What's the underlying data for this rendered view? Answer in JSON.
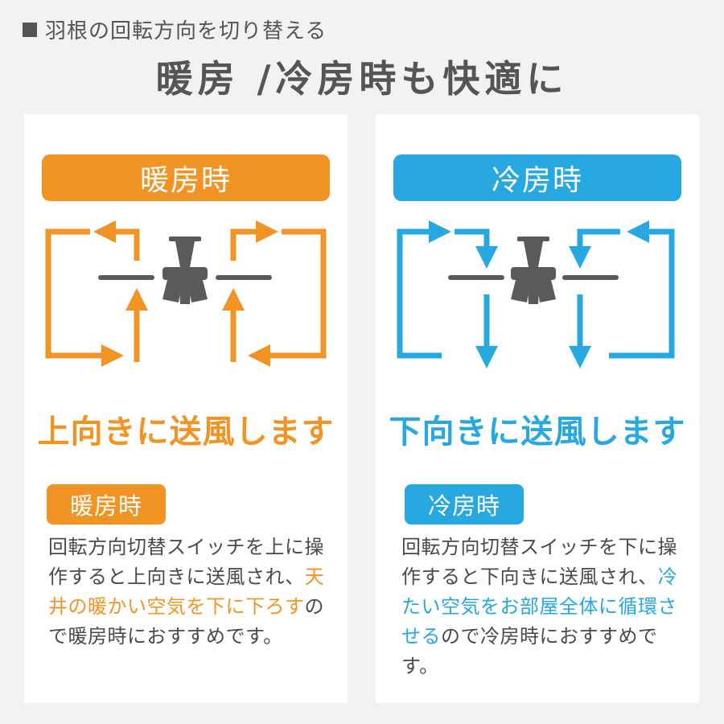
{
  "header": {
    "section_label": "羽根の回転方向を切り替える",
    "headline": "暖房 /冷房時も快適に"
  },
  "warm_panel": {
    "mode_title": "暖房時",
    "airflow_text": "上向きに送風します",
    "chip_label": "暖房時",
    "description_before": "回転方向切替スイッチを上に操作すると上向きに送風され、",
    "description_highlight": "天井の暖かい空気を下に下ろす",
    "description_after": "ので暖房時におすすめです。",
    "color": "#f29423",
    "airflow_direction": "up"
  },
  "cool_panel": {
    "mode_title": "冷房時",
    "airflow_text": "下向きに送風します",
    "chip_label": "冷房時",
    "description_before": "回転方向切替スイッチを下に操作すると下向きに送風され、",
    "description_highlight": "冷たい空気をお部屋全体に循環させる",
    "description_after": "ので冷房時におすすめです。",
    "color": "#27a8e0",
    "airflow_direction": "down"
  },
  "icons": {
    "fan": "ceiling-fan-icon",
    "arrow": "airflow-arrow-icon"
  }
}
